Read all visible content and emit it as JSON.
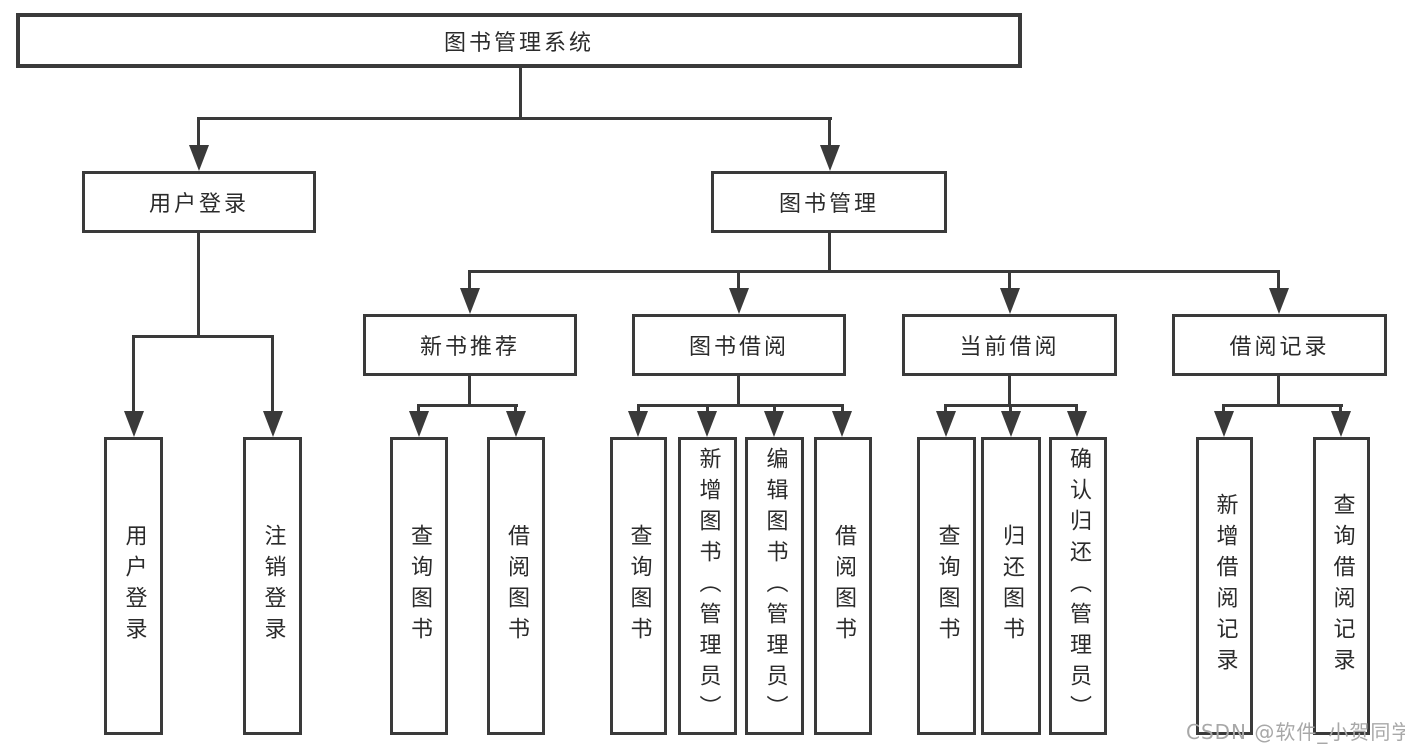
{
  "tree": {
    "root": "图书管理系统",
    "user_login": {
      "label": "用户登录",
      "children": {
        "login": "用户登录",
        "logout": "注销登录"
      }
    },
    "book_mgmt": {
      "label": "图书管理",
      "sections": {
        "new_book_rec": {
          "label": "新书推荐",
          "children": {
            "query": "查询图书",
            "borrow": "借阅图书"
          }
        },
        "book_borrow": {
          "label": "图书借阅",
          "children": {
            "query": "查询图书",
            "add": "新增图书（管理员）",
            "edit": "编辑图书（管理员）",
            "borrow": "借阅图书"
          }
        },
        "current_borrow": {
          "label": "当前借阅",
          "children": {
            "query": "查询图书",
            "return": "归还图书",
            "confirm": "确认归还（管理员）"
          }
        },
        "borrow_records": {
          "label": "借阅记录",
          "children": {
            "add": "新增借阅记录",
            "query": "查询借阅记录"
          }
        }
      }
    }
  },
  "watermark": "CSDN @软件_小贺同学",
  "colors": {
    "line": "#3a3a3a",
    "text": "#2b2b2b",
    "watermark": "#a8a8a8",
    "background": "#ffffff"
  }
}
